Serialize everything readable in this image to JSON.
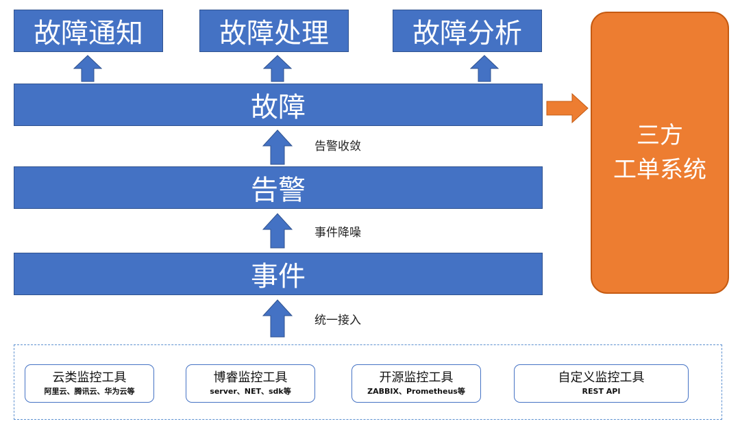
{
  "top_boxes": [
    "故障通知",
    "故障处理",
    "故障分析"
  ],
  "layers": {
    "fault": "故障",
    "alert": "告警",
    "event": "事件"
  },
  "steps": {
    "converge": "告警收敛",
    "denoise": "事件降噪",
    "ingest": "统一接入"
  },
  "third_party": {
    "line1": "三方",
    "line2": "工单系统"
  },
  "sources": [
    {
      "name": "云类监控工具",
      "sub": "阿里云、腾讯云、华为云等"
    },
    {
      "name": "博睿监控工具",
      "sub": "server、NET、sdk等"
    },
    {
      "name": "开源监控工具",
      "sub": "ZABBIX、Prometheus等"
    },
    {
      "name": "自定义监控工具",
      "sub": "REST API"
    }
  ],
  "colors": {
    "blue": "#4472c4",
    "orange": "#ed7d31",
    "dashed_border": "#5b8fd0"
  }
}
